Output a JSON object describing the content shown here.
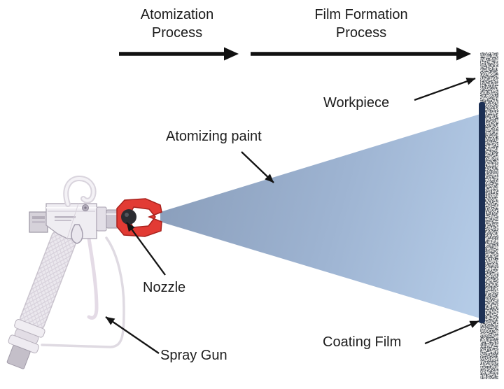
{
  "diagram": {
    "title_flows": {
      "atomization": {
        "line1": "Atomization",
        "line2": "Process"
      },
      "film_formation": {
        "line1": "Film Formation",
        "line2": "Process"
      }
    },
    "labels": {
      "workpiece": "Workpiece",
      "atomizing_paint": "Atomizing paint",
      "nozzle": "Nozzle",
      "spray_gun": "Spray Gun",
      "coating_film": "Coating Film"
    },
    "colors": {
      "spray_apex": "#8b9fbc",
      "spray_mid": "#9eb4d2",
      "spray_edge": "#b7cee9",
      "coating_film": "#1d3054",
      "guard_red": "#e23b34",
      "wall_speckle_mid": "#696e75",
      "wall_speckle_dark": "#41454c",
      "arrow_black": "#111111"
    }
  }
}
